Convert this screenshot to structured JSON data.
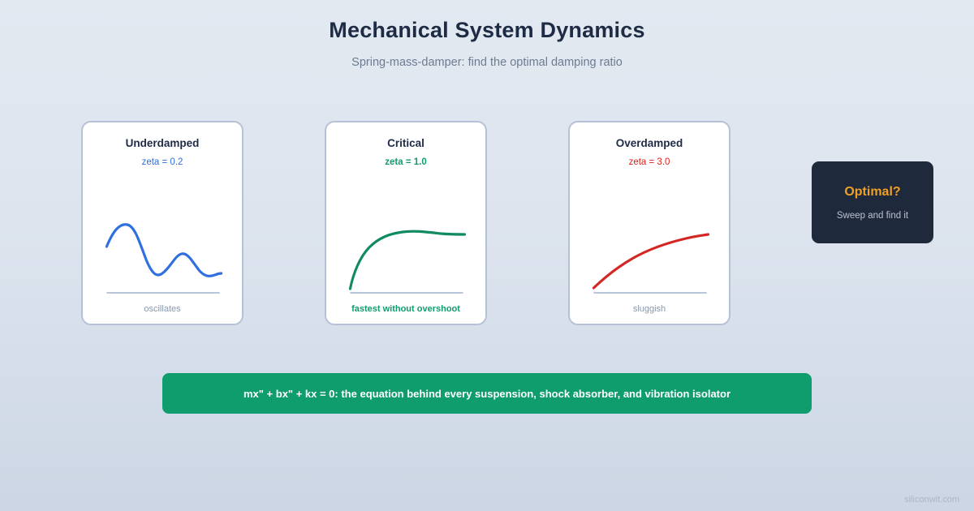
{
  "header": {
    "title": "Mechanical System Dynamics",
    "subtitle": "Spring-mass-damper: find the optimal damping ratio"
  },
  "cards": [
    {
      "title": "Underdamped",
      "zeta_label": "zeta = 0.2",
      "zeta_color": "#2f6fe0",
      "caption": "oscillates",
      "curve_color": "#2f6fe0",
      "highlight": false
    },
    {
      "title": "Critical",
      "zeta_label": "zeta = 1.0",
      "zeta_color": "#0f9d6e",
      "caption": "fastest without overshoot",
      "curve_color": "#0f8a62",
      "highlight": true
    },
    {
      "title": "Overdamped",
      "zeta_label": "zeta = 3.0",
      "zeta_color": "#e0201a",
      "caption": "sluggish",
      "curve_color": "#d42724",
      "highlight": false
    }
  ],
  "optimal": {
    "title": "Optimal?",
    "subtitle": "Sweep and find it",
    "background": "#1e293b",
    "title_color": "#f0a022"
  },
  "banner": {
    "text": "mx\" + bx\" + kx = 0: the equation behind every suspension, shock absorber, and vibration isolator",
    "background": "#0f9d6e"
  },
  "watermark": "siliconwit.com",
  "chart_data": [
    {
      "type": "line",
      "title": "Underdamped",
      "annotation": "zeta = 0.2",
      "series": [
        {
          "name": "step response, zeta = 0.2",
          "points": [
            [
              0.0,
              0.46
            ],
            [
              0.06,
              0.62
            ],
            [
              0.12,
              0.72
            ],
            [
              0.18,
              0.73
            ],
            [
              0.26,
              0.62
            ],
            [
              0.34,
              0.42
            ],
            [
              0.42,
              0.26
            ],
            [
              0.48,
              0.2
            ],
            [
              0.56,
              0.26
            ],
            [
              0.64,
              0.4
            ],
            [
              0.7,
              0.48
            ],
            [
              0.76,
              0.48
            ],
            [
              0.84,
              0.39
            ],
            [
              0.9,
              0.31
            ],
            [
              0.95,
              0.3
            ],
            [
              1.0,
              0.34
            ]
          ]
        }
      ],
      "baseline": 0.0,
      "xlim": [
        0,
        1
      ],
      "ylim": [
        0,
        1
      ],
      "grid": false,
      "legend": "none"
    },
    {
      "type": "line",
      "title": "Critical",
      "annotation": "zeta = 1.0",
      "series": [
        {
          "name": "step response, zeta = 1.0",
          "points": [
            [
              0.0,
              0.03
            ],
            [
              0.08,
              0.22
            ],
            [
              0.16,
              0.41
            ],
            [
              0.24,
              0.55
            ],
            [
              0.33,
              0.64
            ],
            [
              0.42,
              0.69
            ],
            [
              0.52,
              0.7
            ],
            [
              0.62,
              0.69
            ],
            [
              0.74,
              0.68
            ],
            [
              0.86,
              0.67
            ],
            [
              1.0,
              0.67
            ]
          ]
        }
      ],
      "baseline": 0.0,
      "xlim": [
        0,
        1
      ],
      "ylim": [
        0,
        1
      ],
      "grid": false,
      "legend": "none"
    },
    {
      "type": "line",
      "title": "Overdamped",
      "annotation": "zeta = 3.0",
      "series": [
        {
          "name": "step response, zeta = 3.0",
          "points": [
            [
              0.0,
              0.04
            ],
            [
              0.1,
              0.15
            ],
            [
              0.2,
              0.26
            ],
            [
              0.32,
              0.38
            ],
            [
              0.44,
              0.48
            ],
            [
              0.56,
              0.56
            ],
            [
              0.68,
              0.62
            ],
            [
              0.8,
              0.67
            ],
            [
              0.9,
              0.7
            ],
            [
              1.0,
              0.72
            ]
          ]
        }
      ],
      "baseline": 0.0,
      "xlim": [
        0,
        1
      ],
      "ylim": [
        0,
        1
      ],
      "grid": false,
      "legend": "none"
    }
  ]
}
